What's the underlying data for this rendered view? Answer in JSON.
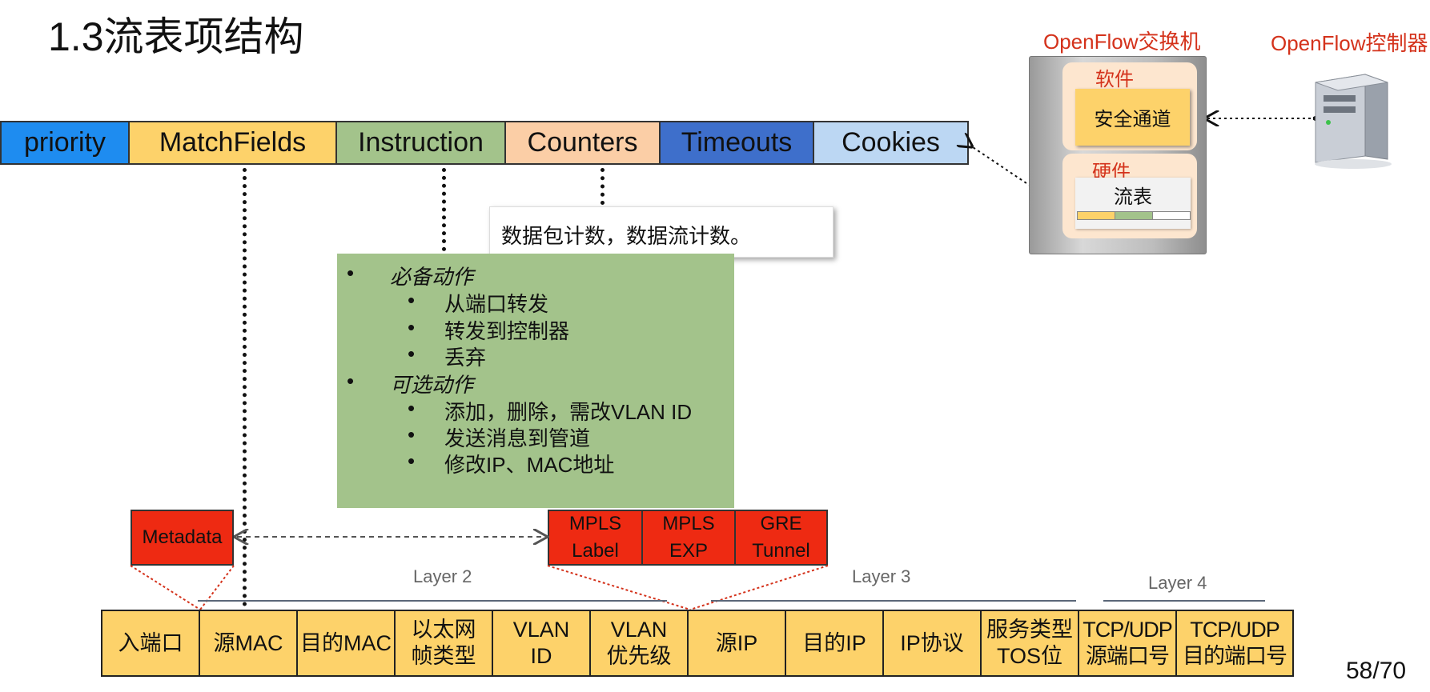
{
  "slide": {
    "title": "1.3流表项结构",
    "page_number": "58/70"
  },
  "flow_entry_header": [
    {
      "label": "priority",
      "color": "#1e8cf0"
    },
    {
      "label": "MatchFields",
      "color": "#fdd26a"
    },
    {
      "label": "Instruction",
      "color": "#a3c38b"
    },
    {
      "label": "Counters",
      "color": "#fbcea6"
    },
    {
      "label": "Timeouts",
      "color": "#3e6fcb"
    },
    {
      "label": "Cookies",
      "color": "#bcd7f3"
    }
  ],
  "counter_note": "数据包计数，数据流计数。",
  "instruction_box": {
    "required_title": "必备动作",
    "required_items": [
      "从端口转发",
      "转发到控制器",
      "丢弃"
    ],
    "optional_title": "可选动作",
    "optional_items": [
      "添加，删除，需改VLAN ID",
      "发送消息到管道",
      "修改IP、MAC地址"
    ],
    "bullet": "•"
  },
  "extra_fields": {
    "metadata": "Metadata",
    "mpls_label": [
      "MPLS",
      "Label"
    ],
    "mpls_exp": [
      "MPLS",
      "EXP"
    ],
    "gre_tunnel": [
      "GRE",
      "Tunnel"
    ]
  },
  "layers": {
    "layer2": "Layer 2",
    "layer3": "Layer 3",
    "layer4": "Layer 4"
  },
  "match_fields": [
    [
      "入端口"
    ],
    [
      "源MAC"
    ],
    [
      "目的MAC"
    ],
    [
      "以太网",
      "帧类型"
    ],
    [
      "VLAN",
      "ID"
    ],
    [
      "VLAN",
      "优先级"
    ],
    [
      "源IP"
    ],
    [
      "目的IP"
    ],
    [
      "IP协议"
    ],
    [
      "服务类型",
      "TOS位"
    ],
    [
      "TCP/UDP",
      "源端口号"
    ],
    [
      "TCP/UDP",
      "目的端口号"
    ]
  ],
  "switch_diagram": {
    "switch_label": "OpenFlow交换机",
    "controller_label": "OpenFlow控制器",
    "software_label": "软件",
    "secure_channel": "安全通道",
    "hardware_label": "硬件",
    "flow_table": "流表"
  }
}
